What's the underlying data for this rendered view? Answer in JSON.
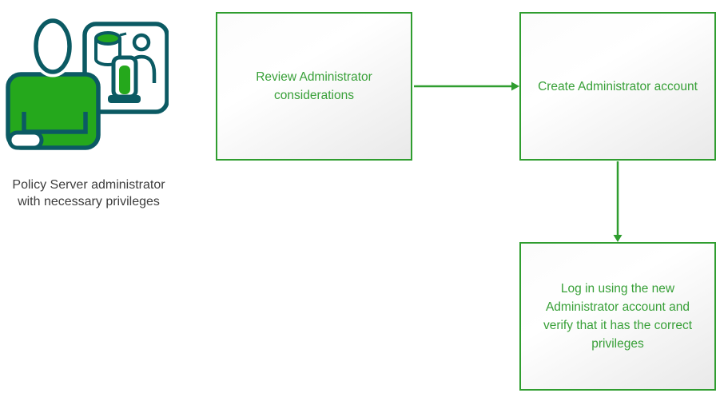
{
  "figure": {
    "caption": "Policy Server administrator with necessary privileges"
  },
  "flowchart": {
    "steps": [
      {
        "id": "step-1",
        "label": "Review Administrator considerations"
      },
      {
        "id": "step-2",
        "label": "Create Administrator account"
      },
      {
        "id": "step-3",
        "label": "Log in using the new Administrator account and verify that it has the correct privileges"
      }
    ],
    "connections": [
      {
        "from": "step-1",
        "to": "step-2",
        "direction": "right"
      },
      {
        "from": "step-2",
        "to": "step-3",
        "direction": "down"
      }
    ]
  },
  "colors": {
    "accent-green": "#2f9d2f",
    "text-green": "#38a038",
    "icon-teal": "#0b5a63",
    "icon-green": "#25a81c",
    "caption-color": "#3d3d3d",
    "box-gradient-start": "#fcfcfc",
    "box-gradient-end": "#e9e9e9"
  }
}
